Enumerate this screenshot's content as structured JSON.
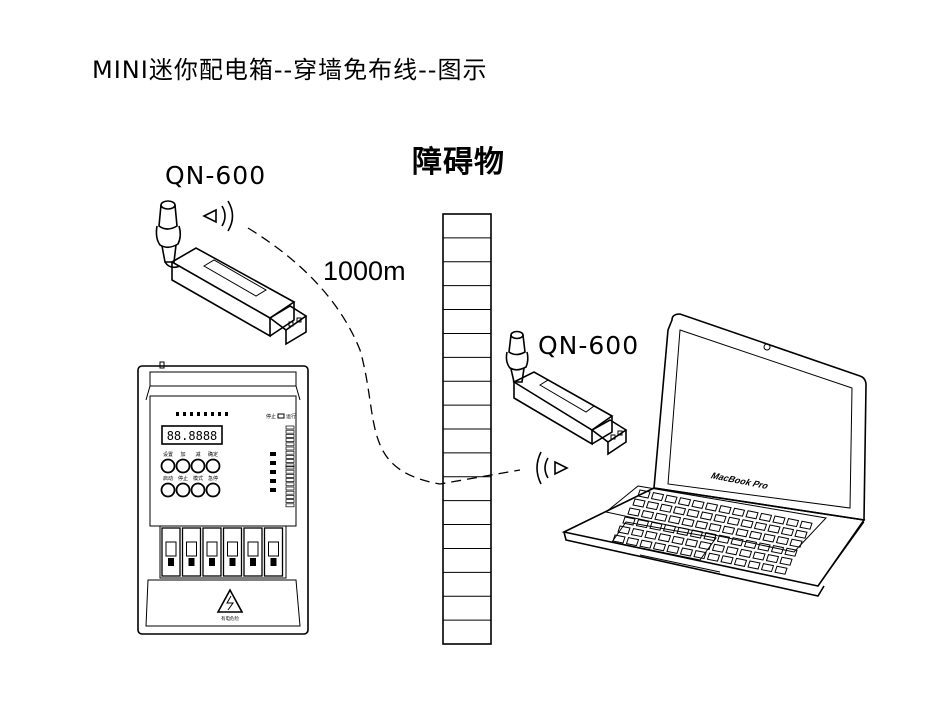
{
  "title": "MINI迷你配电箱--穿墙免布线--图示",
  "obstacle_label": "障碍物",
  "distance_label": "1000m",
  "devices": {
    "left_model": "QN-600",
    "right_model": "QN-600"
  },
  "control_box": {
    "display_value": "88.8888",
    "top_buttons": [
      "设置",
      "加",
      "减",
      "确定"
    ],
    "bottom_buttons": [
      "启动",
      "停止",
      "模式",
      "急停"
    ],
    "switch_labels": [
      "停止",
      "运行"
    ],
    "warning_text": "有电危险"
  },
  "laptop": {
    "brand_text": "MacBook Pro"
  },
  "icons": [
    "usb-antenna-dongle-icon",
    "signal-waves-icon",
    "laptop-icon",
    "distribution-box-icon",
    "wall-obstacle-icon"
  ]
}
